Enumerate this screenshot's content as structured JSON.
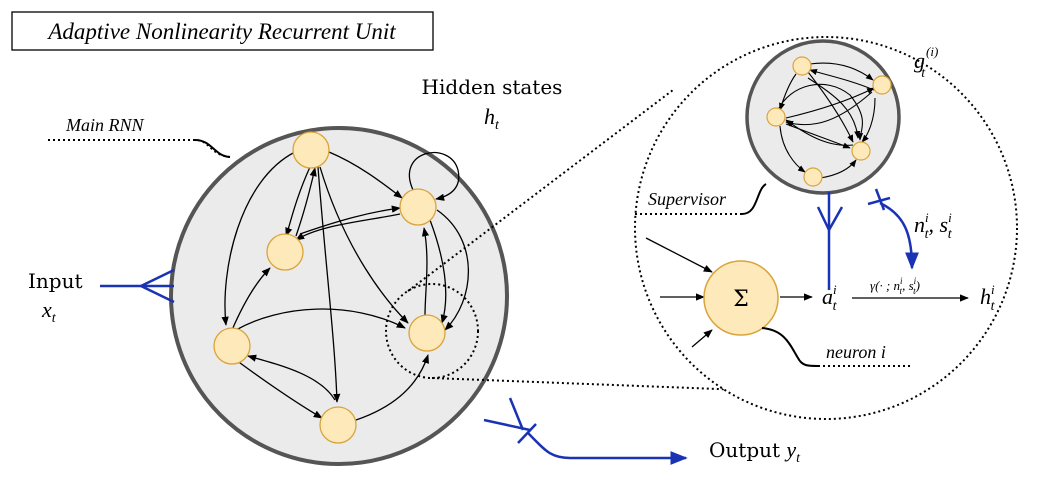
{
  "title": "Adaptive Nonlinearity Recurrent Unit",
  "labels": {
    "main_rnn": "Main RNN",
    "hidden_states": "Hidden states",
    "hidden_symbol": "h",
    "hidden_sub": "t",
    "input": "Input",
    "input_symbol": "x",
    "input_sub": "t",
    "output": "Output",
    "output_symbol": "y",
    "output_sub": "t",
    "supervisor": "Supervisor",
    "supervisor_symbol": "g",
    "supervisor_sub": "t",
    "supervisor_sup": "(i)",
    "noise_symbols": "n",
    "noise_sub": "t",
    "noise_sup": "i",
    "noise_second": "s",
    "sum_symbol": "Σ",
    "activation_symbol": "a",
    "activation_sub": "t",
    "activation_sup": "i",
    "gamma_label": "γ(· ; n",
    "gamma_sub": "t",
    "gamma_sup": "i",
    "gamma_s": "s",
    "neuron_label": "neuron i",
    "out_symbol": "h",
    "out_sub": "t",
    "out_sup": "i"
  },
  "colors": {
    "node_fill": "#fde9b9",
    "node_stroke": "#d9a43c",
    "rnn_fill": "#ebebeb",
    "rnn_stroke": "#555555",
    "blue": "#1a33b5",
    "black": "#000000"
  }
}
